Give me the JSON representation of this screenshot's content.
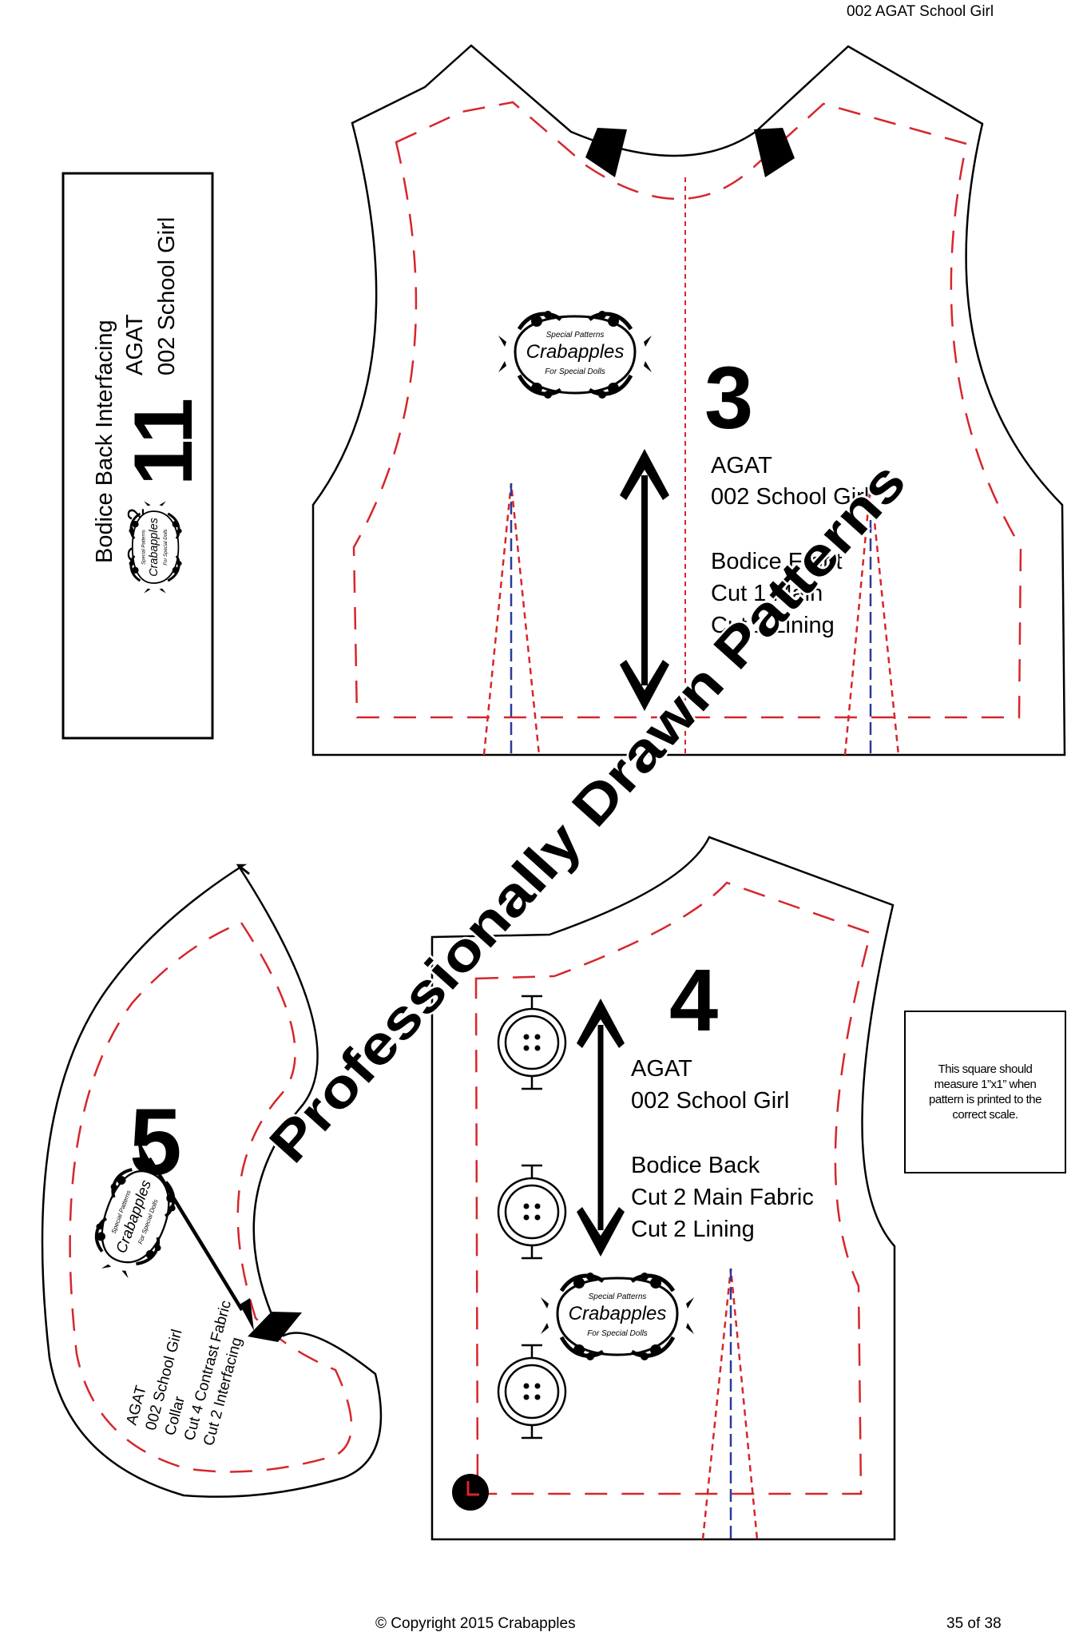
{
  "header": {
    "title": "002 AGAT School Girl"
  },
  "footer": {
    "copyright": "© Copyright 2015 Crabapples",
    "page": "35 of 38"
  },
  "logo": {
    "line1": "Special Patterns",
    "brand": "Crabapples",
    "line2": "For Special Dolls"
  },
  "pieces": {
    "bodice_front": {
      "number": "3",
      "lines": [
        "AGAT",
        "002 School Girl",
        "",
        "Bodice Front",
        "Cut 1 Main",
        "Cut 1 Lining"
      ]
    },
    "bodice_back": {
      "number": "4",
      "lines": [
        "AGAT",
        "002 School Girl",
        "",
        "Bodice Back",
        "Cut 2 Main Fabric",
        "Cut 2 Lining"
      ]
    },
    "collar": {
      "number": "5",
      "lines": [
        "AGAT",
        "002 School Girl",
        "Collar",
        "Cut 4 Contrast Fabric",
        "Cut 2 Interfacing"
      ]
    },
    "interfacing": {
      "number": "11",
      "label_a": "Bodice Back  Interfacing",
      "label_b": "Cut 2",
      "label_c": "AGAT",
      "label_d": "002 School Girl"
    }
  },
  "watermark": "Professionally Drawn Patterns",
  "scale_note": "This square should measure 1”x1” when pattern is printed to the correct scale.",
  "colors": {
    "seam": "#d6262b",
    "center": "#2b3a9c",
    "outline": "#000000"
  }
}
